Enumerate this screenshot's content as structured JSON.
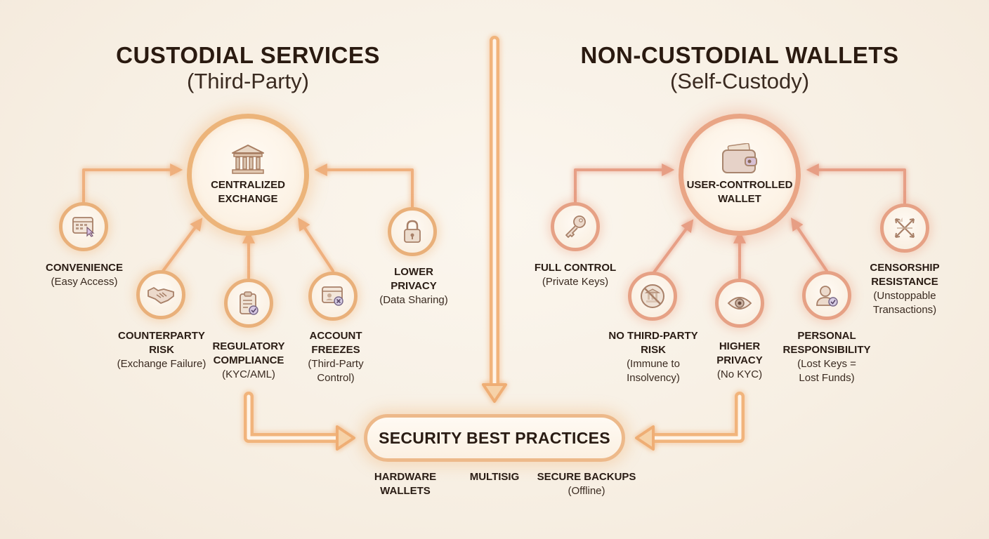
{
  "left": {
    "title": "CUSTODIAL SERVICES",
    "subtitle": "(Third-Party)",
    "hub": {
      "label_line1": "CENTRALIZED",
      "label_line2": "EXCHANGE",
      "icon": "bank-icon"
    },
    "nodes": [
      {
        "icon": "browser-pointer-icon",
        "title_line1": "CONVENIENCE",
        "title_line2": "",
        "sub_line1": "(Easy Access)",
        "sub_line2": ""
      },
      {
        "icon": "handshake-icon",
        "title_line1": "COUNTERPARTY",
        "title_line2": "RISK",
        "sub_line1": "(Exchange Failure)",
        "sub_line2": ""
      },
      {
        "icon": "clipboard-check-icon",
        "title_line1": "REGULATORY",
        "title_line2": "COMPLIANCE",
        "sub_line1": "(KYC/AML)",
        "sub_line2": ""
      },
      {
        "icon": "account-blocked-icon",
        "title_line1": "ACCOUNT",
        "title_line2": "FREEZES",
        "sub_line1": "(Third-Party",
        "sub_line2": "Control)"
      },
      {
        "icon": "padlock-icon",
        "title_line1": "LOWER",
        "title_line2": "PRIVACY",
        "sub_line1": "(Data Sharing)",
        "sub_line2": ""
      }
    ]
  },
  "right": {
    "title": "NON-CUSTODIAL WALLETS",
    "subtitle": "(Self-Custody)",
    "hub": {
      "label_line1": "USER-CONTROLLED",
      "label_line2": "WALLET",
      "icon": "wallet-icon"
    },
    "nodes": [
      {
        "icon": "key-icon",
        "title_line1": "FULL CONTROL",
        "title_line2": "",
        "sub_line1": "(Private Keys)",
        "sub_line2": ""
      },
      {
        "icon": "no-bank-icon",
        "title_line1": "NO THIRD-PARTY",
        "title_line2": "RISK",
        "sub_line1": "(Immune to",
        "sub_line2": "Insolvency)"
      },
      {
        "icon": "eye-icon",
        "title_line1": "HIGHER",
        "title_line2": "PRIVACY",
        "sub_line1": "(No KYC)",
        "sub_line2": ""
      },
      {
        "icon": "user-check-icon",
        "title_line1": "PERSONAL",
        "title_line2": "RESPONSIBILITY",
        "sub_line1": "(Lost Keys =",
        "sub_line2": "Lost Funds)"
      },
      {
        "icon": "crossed-arrows-icon",
        "title_line1": "CENSORSHIP",
        "title_line2": "RESISTANCE",
        "sub_line1": "(Unstoppable",
        "sub_line2": "Transactions)"
      }
    ]
  },
  "center": {
    "label": "SECURITY BEST PRACTICES",
    "practices": [
      {
        "line1": "HARDWARE",
        "line2": "WALLETS",
        "sub": ""
      },
      {
        "line1": "MULTISIG",
        "line2": "",
        "sub": ""
      },
      {
        "line1": "SECURE BACKUPS",
        "line2": "",
        "sub": "(Offline)"
      }
    ]
  },
  "colors": {
    "amber": "#ecb47a",
    "coral": "#e9a585",
    "arrow": "#f0b37e",
    "text": "#2a1c14"
  }
}
